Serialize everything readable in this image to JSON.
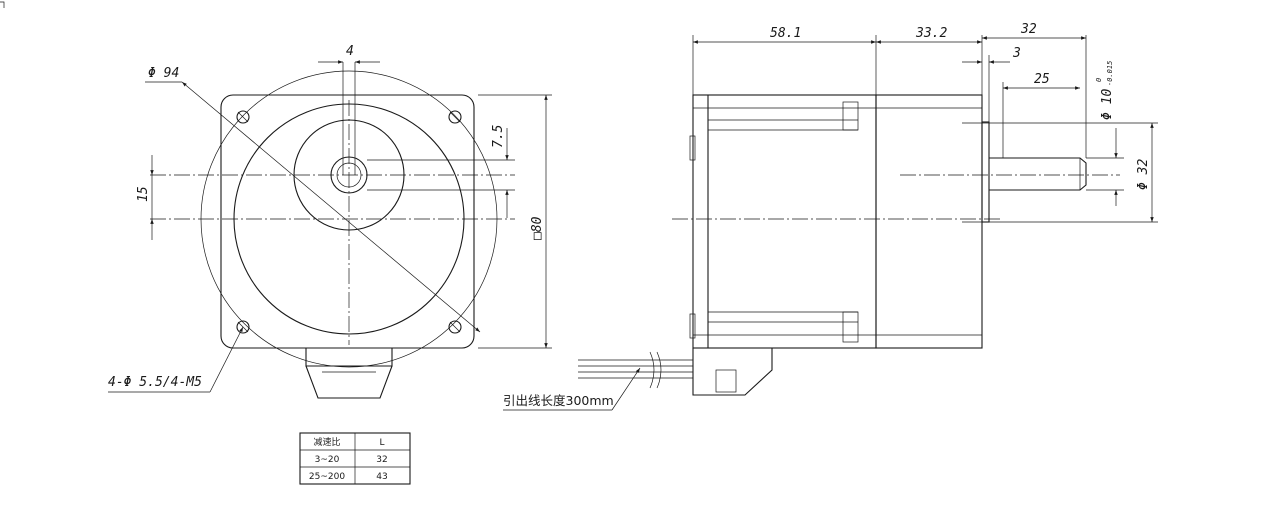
{
  "dimensions": {
    "keyway_width": "4",
    "circle_diameter": "Φ 94",
    "key_depth": "7.5",
    "key_offset": "15",
    "flange_square": "□80",
    "mount_holes": "4-Φ 5.5/4-M5",
    "body_length": "58.1",
    "gearbox_length": "33.2",
    "shaft_length": "32",
    "pilot_length": "3",
    "key_length": "25",
    "shaft_diameter": "Φ 10",
    "shaft_tol_upper": "0",
    "shaft_tol_lower": "-0.015",
    "pilot_diameter": "Φ 32"
  },
  "lead_wire_label": "引出线长度300mm",
  "ratio_table": {
    "headers": [
      "减速比",
      "L"
    ],
    "rows": [
      [
        "3~20",
        "32"
      ],
      [
        "25~200",
        "43"
      ]
    ]
  }
}
